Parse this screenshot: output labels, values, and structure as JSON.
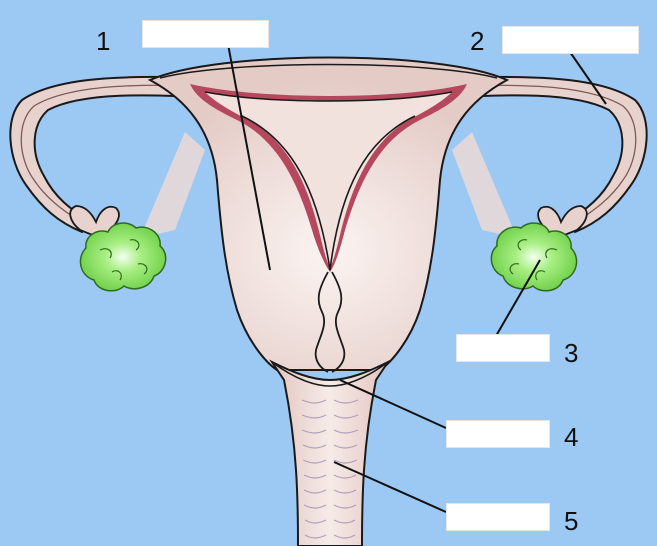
{
  "labels": [
    {
      "number": "1",
      "answer": ""
    },
    {
      "number": "2",
      "answer": ""
    },
    {
      "number": "3",
      "answer": ""
    },
    {
      "number": "4",
      "answer": ""
    },
    {
      "number": "5",
      "answer": ""
    }
  ],
  "colors": {
    "background": "#9cc8f4",
    "tissue": "#e9d6d2",
    "tissue_dark": "#d8b8b2",
    "lining": "#b5485c",
    "ovary": "#7ed957",
    "outline": "#1a1a1a"
  }
}
